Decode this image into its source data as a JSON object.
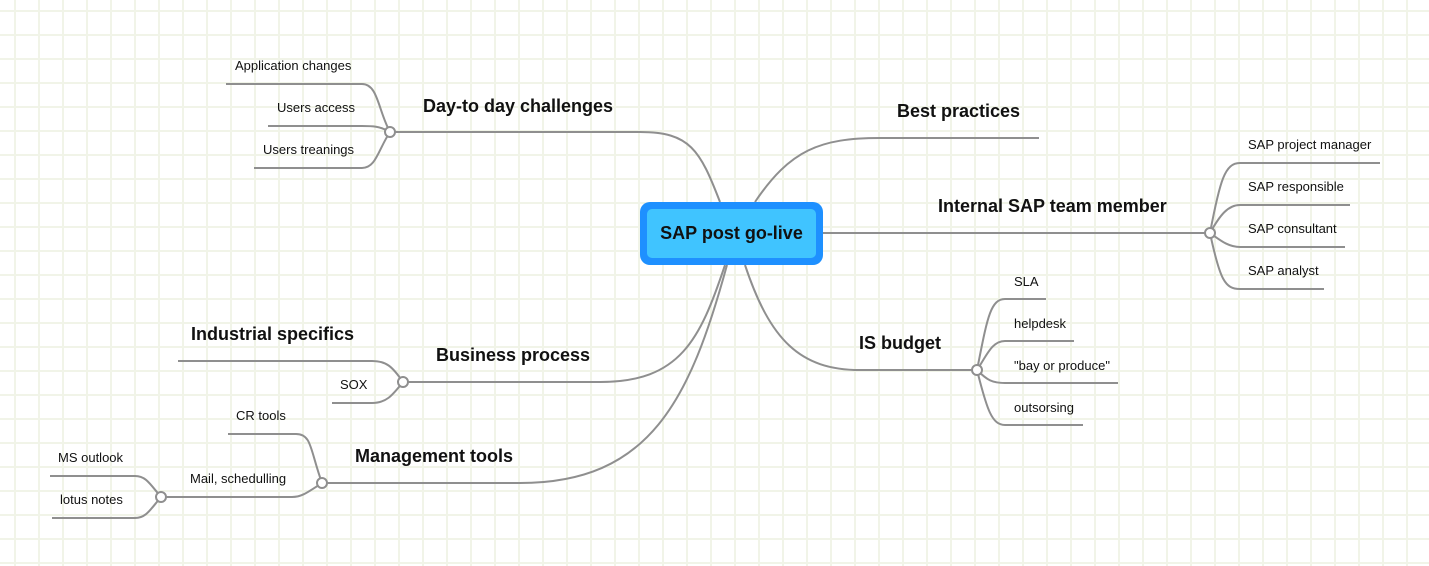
{
  "root": {
    "label": "SAP post go-live",
    "border_color": "#1e90ff",
    "fill_color": "#40c4ff"
  },
  "branches": {
    "day_to_day": {
      "label": "Day-to day challenges",
      "children": [
        "Application changes",
        "Users access",
        "Users treanings"
      ]
    },
    "business_process": {
      "label": "Business process",
      "children": [
        "Industrial specifics",
        "SOX"
      ]
    },
    "management_tools": {
      "label": "Management tools",
      "children": [
        "CR tools",
        "Mail, schedulling"
      ],
      "mail_children": [
        "MS outlook",
        "lotus notes"
      ]
    },
    "best_practices": {
      "label": "Best practices"
    },
    "internal_team": {
      "label": "Internal SAP team member",
      "children": [
        "SAP project manager",
        "SAP responsible",
        "SAP consultant",
        "SAP analyst"
      ]
    },
    "is_budget": {
      "label": "IS budget",
      "children": [
        "SLA",
        "helpdesk",
        "\"bay or produce\"",
        "outsorsing"
      ]
    }
  },
  "colors": {
    "line": "#8f8f8f",
    "grid": "#f1f4e8"
  }
}
